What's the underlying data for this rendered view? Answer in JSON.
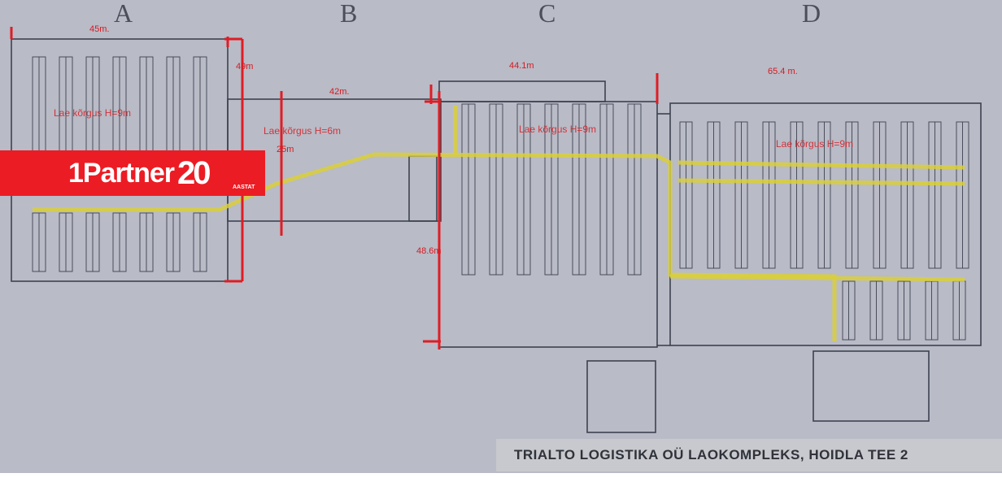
{
  "section_letters": [
    "A",
    "B",
    "C",
    "D"
  ],
  "dimensions": {
    "a_width": "45m.",
    "a_height": "49m",
    "b_width": "42m.",
    "b_height": "25m",
    "c_width": "44.1m",
    "c_height": "48.6m",
    "d_width": "65.4 m."
  },
  "height_labels": {
    "a": "Lae kõrgus H=9m",
    "b": "Lae kõrgus H=6m",
    "c": "Lae kõrgus H=9m",
    "d": "Lae kõrgus H=9m"
  },
  "logo": {
    "lead": "1",
    "word": "Partner",
    "number": "20",
    "sub": "AASTAT"
  },
  "caption": "TRIALTO LOGISTIKA OÜ LAOKOMPLEKS, HOIDLA TEE 2",
  "colors": {
    "background": "#b9bbc6",
    "lines": "#3e4250",
    "dimension_marks": "#d51b22",
    "route": "#d9cf3a",
    "logo": "#ec1c24"
  }
}
